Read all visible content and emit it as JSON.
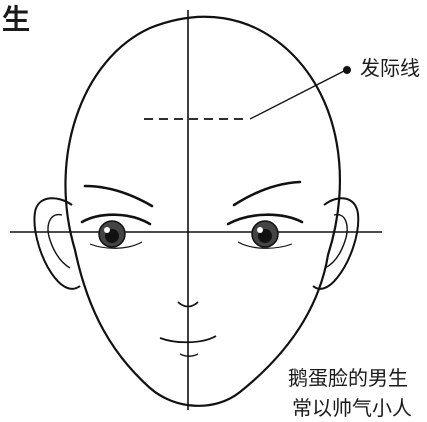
{
  "corner_char": "生",
  "callout": {
    "label": "发际线",
    "marker_color": "#111111"
  },
  "caption": {
    "line1": "鹅蛋脸的男生",
    "line2": "常以帅气小人"
  },
  "colors": {
    "ink": "#111111",
    "iris": "#444444",
    "background": "#ffffff"
  }
}
